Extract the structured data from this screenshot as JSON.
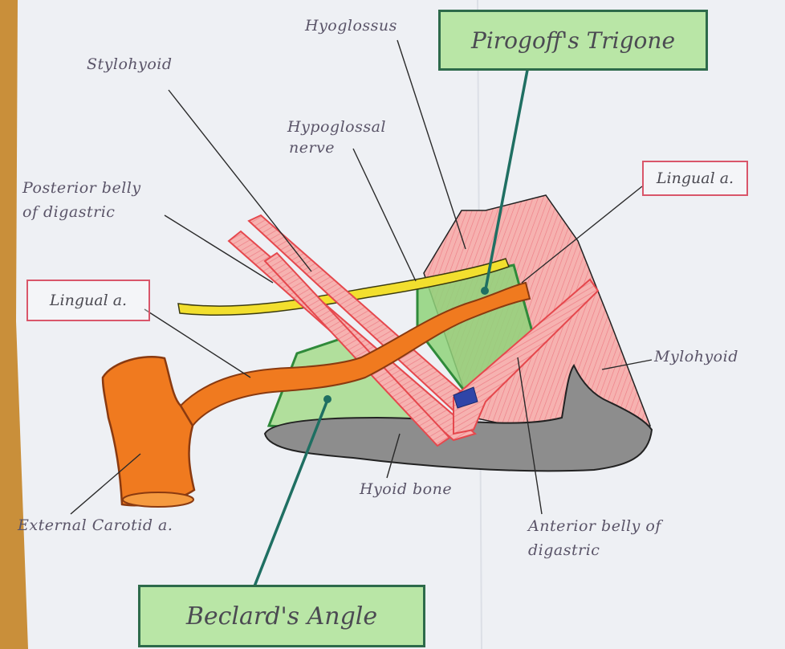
{
  "title_top": "Pirogoff's Trigone",
  "title_bottom": "Beclard's Angle",
  "labels": {
    "hyoglossus": "Hyoglossus",
    "stylohyoid": "Stylohyoid",
    "hypoglossal_nerve_1": "Hypoglossal",
    "hypoglossal_nerve_2": "nerve",
    "posterior_belly_1": "Posterior belly",
    "posterior_belly_2": "of digastric",
    "lingual_a_right": "Lingual a.",
    "lingual_a_left": "Lingual a.",
    "mylohyoid": "Mylohyoid",
    "hyoid_bone": "Hyoid bone",
    "external_carotid": "External Carotid a.",
    "anterior_belly_1": "Anterior belly of",
    "anterior_belly_2": "digastric"
  },
  "colors": {
    "paper": "#eef0f4",
    "background": "#c98f3a",
    "muscle": "#f4a0a0",
    "muscle_stroke": "#e5484d",
    "artery": "#f07a1f",
    "artery_stroke": "#8a3a10",
    "nerve": "#f2df2e",
    "triangle": "#8fd47a",
    "bone": "#8d8d8d",
    "label_box_red": "#d9566a",
    "label_box_green": "#b9e6a6"
  }
}
